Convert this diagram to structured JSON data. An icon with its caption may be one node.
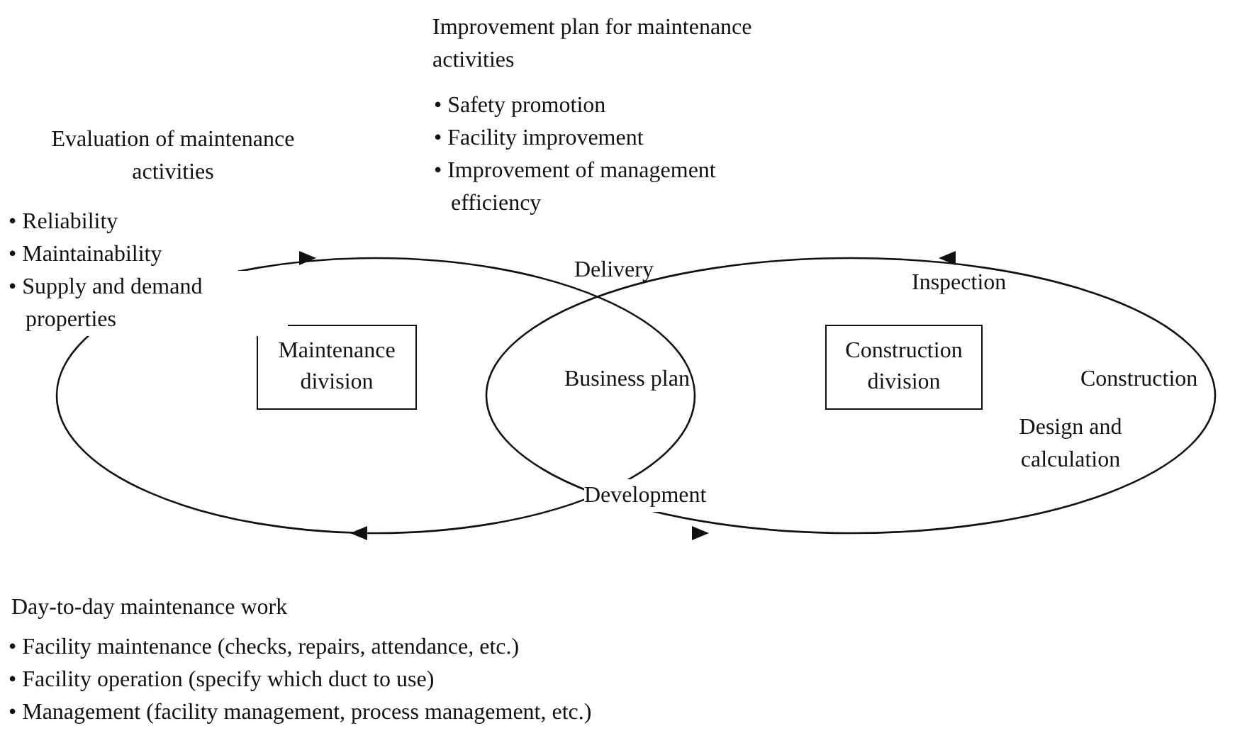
{
  "diagram": {
    "nodes": [
      {
        "text": [
          "Maintenance division"
        ]
      },
      {
        "text": [
          "Construction division"
        ]
      }
    ],
    "edges": [],
    "labels": [
      "Improvement plan for maintenance activities",
      "• Safety promotion",
      "• Facility improvement",
      "• Improvement of management efficiency",
      "Evaluation of maintenance activities",
      "• Reliability",
      "• Maintainability",
      "• Supply and demand properties",
      "Delivery",
      "Inspection",
      "Business plan",
      "Construction",
      "Design and calculation",
      "Development",
      "Day-to-day maintenance work",
      "• Facility maintenance (checks, repairs, attendance, etc.)",
      "• Facility operation (specify which duct to use)",
      "• Management (facility management, process management, etc.)"
    ]
  }
}
